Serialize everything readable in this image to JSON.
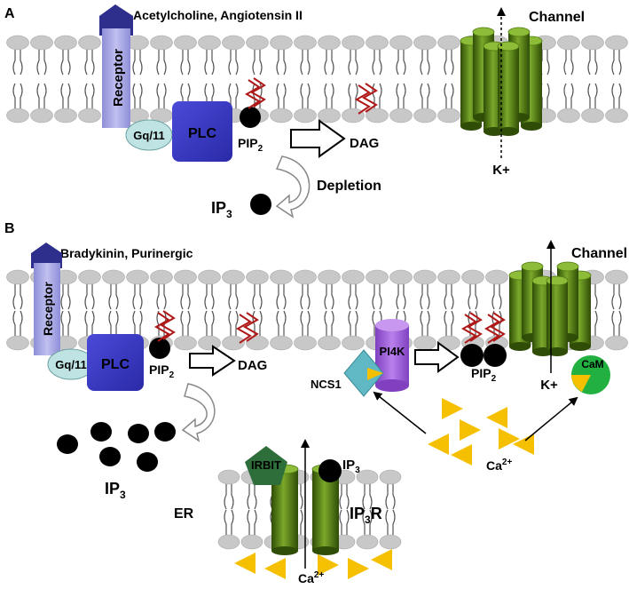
{
  "panel_a": {
    "letter": "A",
    "ligands": "Acetylcholine, Angiotensin II",
    "receptor": "Receptor",
    "gq": "Gq/11",
    "plc": "PLC",
    "pip2_base": "PIP",
    "pip2_sub": "2",
    "dag": "DAG",
    "depletion": "Depletion",
    "ip3_base": "IP",
    "ip3_sub": "3",
    "channel": "Channel",
    "k": "K+"
  },
  "panel_b": {
    "letter": "B",
    "ligands": "Bradykinin, Purinergic",
    "receptor": "Receptor",
    "gq": "Gq/11",
    "plc": "PLC",
    "pip2_base": "PIP",
    "pip2_sub": "2",
    "dag": "DAG",
    "ncs1": "NCS1",
    "pi4k": "PI4K",
    "pip2b_base": "PIP",
    "pip2b_sub": "2",
    "k": "K+",
    "cam": "CaM",
    "channel": "Channel",
    "ip3_base": "IP",
    "ip3_sub": "3",
    "ca_base": "Ca",
    "ca_sup": "2+",
    "irbit": "IRBIT",
    "ip3r_ip3_base": "IP",
    "ip3r_ip3_sub": "3",
    "ip3r_base": "IP",
    "ip3r_sub": "3",
    "ip3r_tail": "R",
    "er": "ER",
    "er_ca_base": "Ca",
    "er_ca_sup": "2+"
  },
  "colors": {
    "receptor": "#a6a6e6",
    "receptor_top": "#2e2e8c",
    "plc": "#3a3ac8",
    "gq": "#bfe3e3",
    "channel": "#4f7a10",
    "lipid_head": "#c8c8c8",
    "dag": "#b01818",
    "ca": "#f5c000",
    "ncs1": "#5fb8c4",
    "pi4k": "#a060d8",
    "cam": "#22b040",
    "irbit": "#2e6e3a"
  }
}
